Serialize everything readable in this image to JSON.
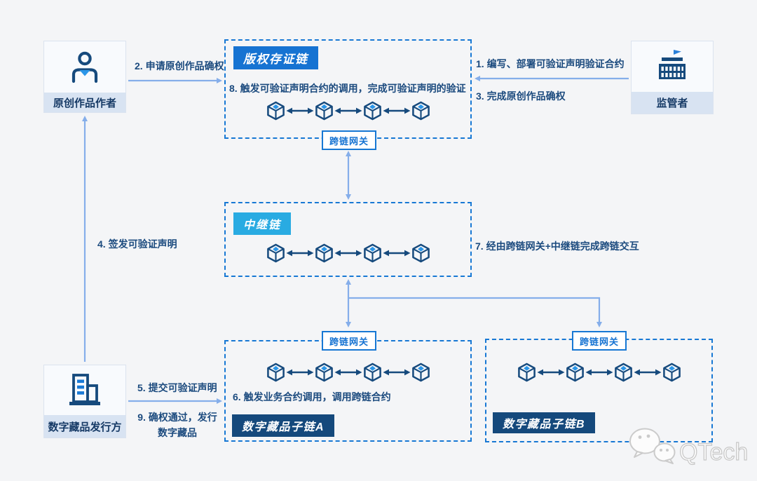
{
  "palette": {
    "background": "#f4f5f7",
    "dashed_border_blue": "#1778d4",
    "badge_blue": "#1673d2",
    "badge_cyan": "#29abe2",
    "badge_navy": "#15497c",
    "step_text_navy": "#1b4a7e",
    "arrow_light_blue": "#85aeea",
    "icon_navy": "#164a7d",
    "icon_accent_blue": "#2b96e8",
    "actor_fill": "#f8fafd",
    "actor_label_strip": "#d8e3f2",
    "gateway_text": "#1673d2"
  },
  "actors": {
    "author": {
      "label": "原创作品作者"
    },
    "regulator": {
      "label": "监管者"
    },
    "issuer": {
      "label": "数字藏品发行方"
    }
  },
  "chains": {
    "copyright": {
      "title": "版权存证链",
      "step": "8. 触发可验证声明合约的调用，完成可验证声明的验证"
    },
    "relay": {
      "title": "中继链"
    },
    "subchain_a": {
      "title": "数字藏品子链A",
      "step": "6. 触发业务合约调用，调用跨链合约"
    },
    "subchain_b": {
      "title": "数字藏品子链B"
    }
  },
  "gateway": {
    "label": "跨链网关"
  },
  "steps": {
    "s1": "1. 编写、部署可验证声明验证合约",
    "s2": "2. 申请原创作品确权",
    "s3": "3. 完成原创作品确权",
    "s4": "4. 签发可验证声明",
    "s5": "5. 提交可验证声明",
    "s7": "7. 经由跨链网关+中继链完成跨链交互",
    "s9_line1": "9. 确权通过，发行",
    "s9_line2": "数字藏品"
  },
  "icons": {
    "author": "person-icon",
    "regulator": "government-building-icon",
    "issuer": "office-building-icon",
    "node": "blockchain-cube-icon",
    "link": "double-arrow-icon",
    "watermark": "wechat-icon"
  },
  "watermark": {
    "text": "QTech"
  }
}
